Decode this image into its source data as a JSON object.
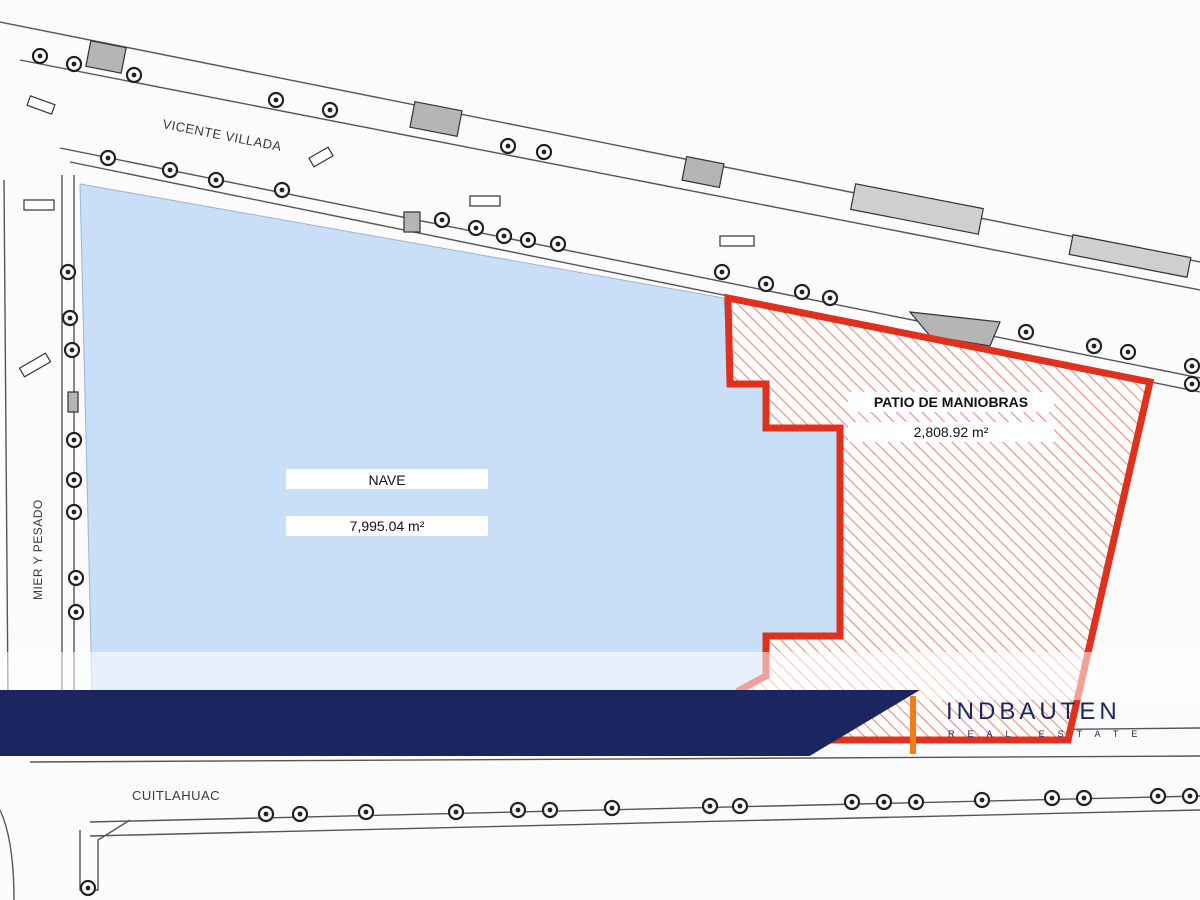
{
  "streets": {
    "north": "VICENTE VILLADA",
    "west": "MIER Y PESADO",
    "south": "CUITLAHUAC"
  },
  "areas": {
    "nave": {
      "label": "NAVE",
      "value": "7,995.04 m²",
      "fill": "#c9def7"
    },
    "patio": {
      "label": "PATIO DE MANIOBRAS",
      "value": "2,808.92 m²",
      "outline": "#e0301e"
    }
  },
  "brand": {
    "name": "INDBAUTEN",
    "tagline": "REAL ESTATE",
    "primary_color": "#1b2660",
    "accent_color": "#ef7d1a"
  }
}
